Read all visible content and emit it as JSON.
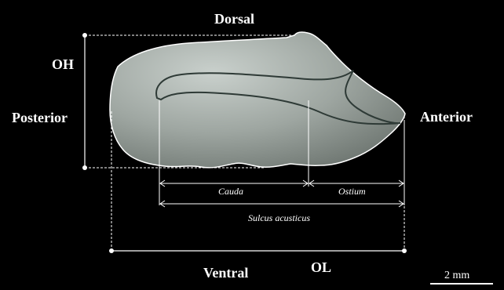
{
  "labels": {
    "dorsal": "Dorsal",
    "ventral": "Ventral",
    "posterior": "Posterior",
    "anterior": "Anterior",
    "oh": "OH",
    "ol": "OL"
  },
  "measures": {
    "cauda": "Cauda",
    "ostium": "Ostium",
    "sulcus": "Sulcus acusticus"
  },
  "scale_bar": "2 mm",
  "colors": {
    "background": "#000000",
    "lines": "#ffffff",
    "sulcus_outline": "#2e3a36",
    "otolith_light": "#c9d0cc",
    "otolith_dark": "#6f7772"
  }
}
